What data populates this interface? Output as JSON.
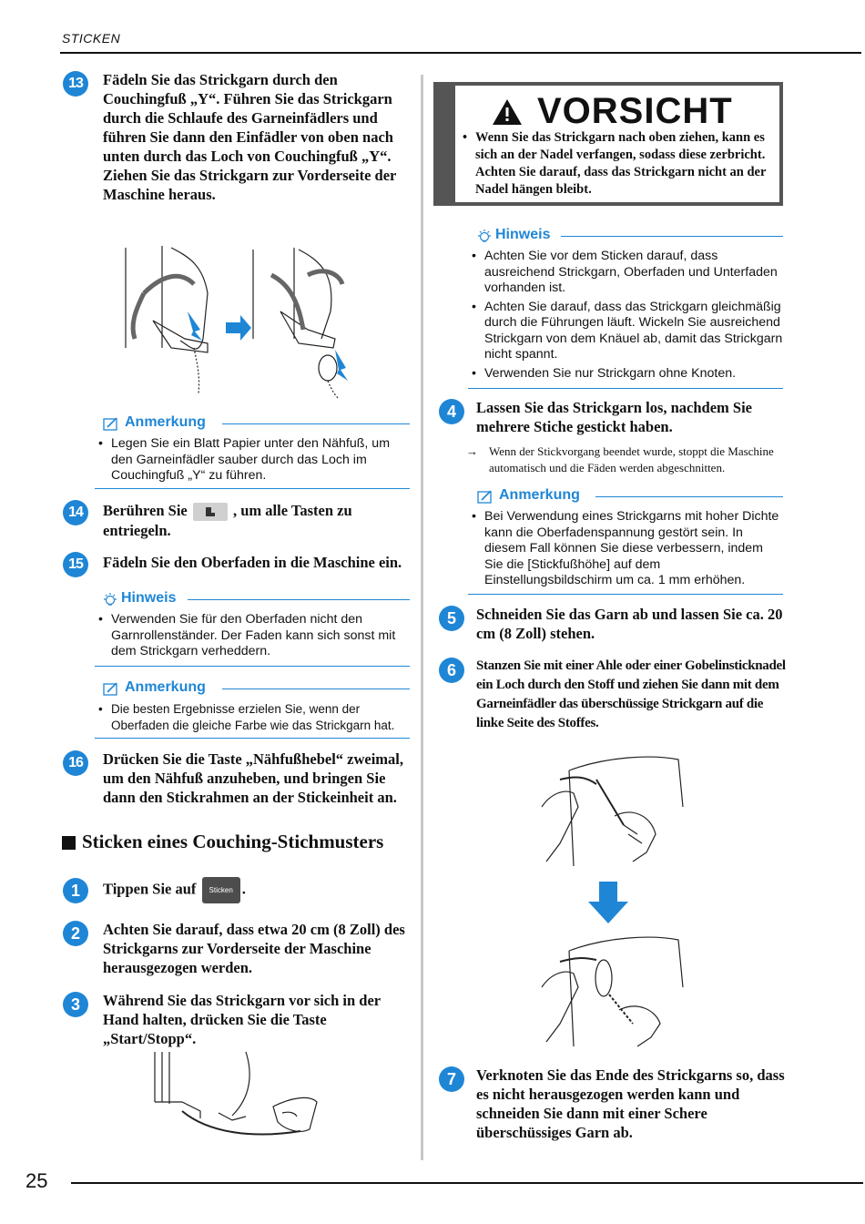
{
  "header": {
    "section": "STICKEN"
  },
  "page": {
    "number": "25"
  },
  "left": {
    "step13": {
      "num": "13",
      "text": "Fädeln Sie das Strickgarn durch den Couchingfuß „Y“. Führen Sie das Strickgarn durch die Schlaufe des Garneinfädlers und führen Sie dann den Einfädler von oben nach unten durch das Loch von Couchingfuß „Y“. Ziehen Sie das Strickgarn zur Vorderseite der Maschine heraus."
    },
    "note1": {
      "title": "Anmerkung",
      "items": [
        "Legen Sie ein Blatt Papier unter den Nähfuß, um den Garneinfädler sauber durch das Loch im Couchingfuß „Y“ zu führen."
      ]
    },
    "step14": {
      "num": "14",
      "before": "Berühren Sie",
      "after": ", um alle Tasten zu entriegeln."
    },
    "step15": {
      "num": "15",
      "text": "Fädeln Sie den Oberfaden in die Maschine ein."
    },
    "hint1": {
      "title": "Hinweis",
      "items": [
        "Verwenden Sie für den Oberfaden nicht den Garnrollenständer. Der Faden kann sich sonst mit dem Strickgarn verheddern."
      ]
    },
    "note2": {
      "title": "Anmerkung",
      "items": [
        "Die besten Ergebnisse erzielen Sie, wenn der Oberfaden die gleiche Farbe wie das Strickgarn hat."
      ]
    },
    "step16": {
      "num": "16",
      "text": "Drücken Sie die Taste „Nähfußhebel“ zweimal, um den Nähfuß anzuheben, und bringen Sie dann den Stickrahmen an der Stickeinheit an."
    },
    "section_title": "Sticken eines Couching-Stichmusters",
    "s1": {
      "num": "1",
      "before": "Tippen Sie auf",
      "button": "Sticken",
      "after": "."
    },
    "s2": {
      "num": "2",
      "text": "Achten Sie darauf, dass etwa 20 cm (8 Zoll) des Strickgarns zur Vorderseite der Maschine herausgezogen werden."
    },
    "s3": {
      "num": "3",
      "text": "Während Sie das Strickgarn vor sich in der Hand halten, drücken Sie die Taste „Start/Stopp“."
    }
  },
  "right": {
    "caution": {
      "title": "VORSICHT",
      "text": "Wenn Sie das Strickgarn nach oben ziehen, kann es sich an der Nadel verfangen, sodass diese zerbricht. Achten Sie darauf, dass das Strickgarn nicht an der Nadel hängen bleibt."
    },
    "hint2": {
      "title": "Hinweis",
      "items": [
        "Achten Sie vor dem Sticken darauf, dass ausreichend Strickgarn, Oberfaden und Unterfaden vorhanden ist.",
        "Achten Sie darauf, dass das Strickgarn gleichmäßig durch die Führungen läuft. Wickeln Sie ausreichend Strickgarn von dem Knäuel ab, damit das Strickgarn nicht spannt.",
        "Verwenden Sie nur Strickgarn ohne Knoten."
      ]
    },
    "s4": {
      "num": "4",
      "text": "Lassen Sie das Strickgarn los, nachdem Sie mehrere Stiche gestickt haben.",
      "result": "Wenn der Stickvorgang beendet wurde, stoppt die Maschine automatisch und die Fäden werden abgeschnitten."
    },
    "note3": {
      "title": "Anmerkung",
      "items": [
        "Bei Verwendung eines Strickgarns mit hoher Dichte kann die Oberfadenspannung gestört sein. In diesem Fall können Sie diese verbessern, indem Sie die [Stickfußhöhe] auf dem Einstellungsbildschirm um ca. 1 mm erhöhen."
      ]
    },
    "s5": {
      "num": "5",
      "text": "Schneiden Sie das Garn ab und lassen Sie ca. 20 cm (8 Zoll) stehen."
    },
    "s6": {
      "num": "6",
      "text": "Stanzen Sie mit einer Ahle oder einer Gobelinsticknadel ein Loch durch den Stoff und ziehen Sie dann mit dem Garneinfädler das überschüssige Strickgarn auf die linke Seite des Stoffes."
    },
    "s7": {
      "num": "7",
      "text": "Verknoten Sie das Ende des Strickgarns so, dass es nicht herausgezogen werden kann und schneiden Sie dann mit einer Schere überschüssiges Garn ab."
    }
  },
  "colors": {
    "accent": "#1f86d6",
    "caution_bg": "#555555"
  }
}
